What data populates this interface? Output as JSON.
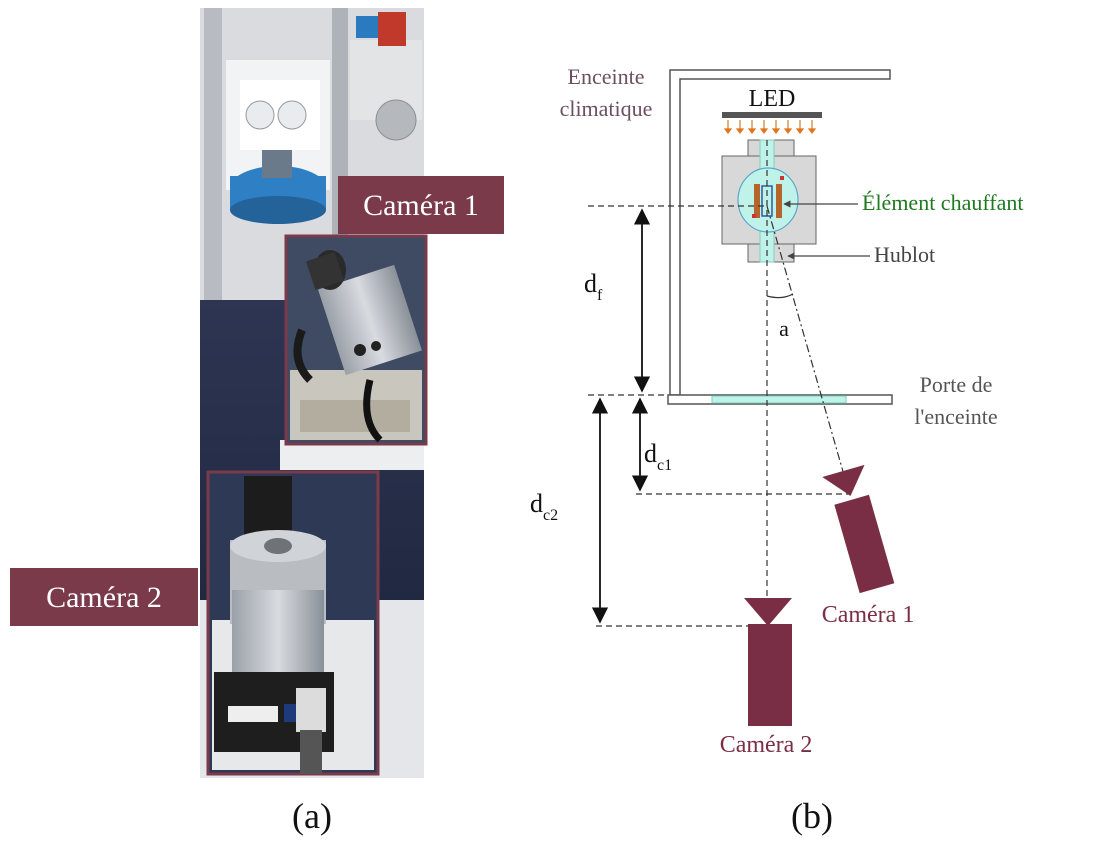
{
  "panel_a": {
    "label": "(a)",
    "camera1_label": "Caméra 1",
    "camera2_label": "Caméra 2"
  },
  "panel_b": {
    "label": "(b)",
    "enclosure_label_line1": "Enceinte",
    "enclosure_label_line2": "climatique",
    "led_label": "LED",
    "heating_element_label": "Élément chauffant",
    "window_label": "Hublot",
    "angle_label": "a",
    "door_label_line1": "Porte de",
    "door_label_line2": "l'enceinte",
    "df_label": "d",
    "df_sub": "f",
    "dc1_label": "d",
    "dc1_sub": "c1",
    "dc2_label": "d",
    "dc2_sub": "c2",
    "camera1_label": "Caméra 1",
    "camera2_label": "Caméra 2"
  },
  "colors": {
    "camera_maroon": "#7a2e45",
    "label_box": "#7a3a4a",
    "heating_green": "#1f7a1f",
    "window_cyan": "#bff2e8",
    "led_bar": "#555555",
    "led_rays": "#e0761c",
    "enclosure_text": "#6b5060"
  }
}
